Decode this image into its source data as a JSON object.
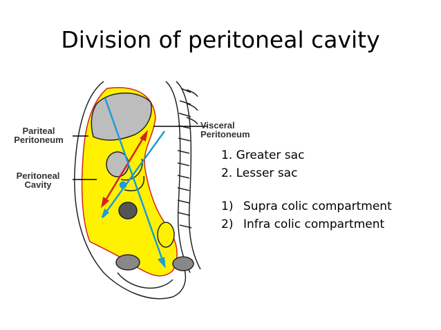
{
  "slide": {
    "title": "Division of peritoneal cavity"
  },
  "labels": {
    "pariteal_line1": "Pariteal",
    "pariteal_line2": "Peritoneum",
    "visceral_line1": "Visceral",
    "visceral_line2": "Peritoneum",
    "cavity_line1": "Peritoneal",
    "cavity_line2": "Cavity"
  },
  "sacs": [
    "1. Greater sac",
    "2. Lesser sac"
  ],
  "compartments": [
    {
      "num": "1)",
      "text": "Supra colic compartment"
    },
    {
      "num": "2)",
      "text": "Infra colic compartment"
    }
  ],
  "colors": {
    "cavity_yellow": "#fff200",
    "organ_gray": "#bdbdbd",
    "arrow_blue": "#1e9ad6",
    "arrow_red": "#d62020",
    "outline": "#222222"
  }
}
